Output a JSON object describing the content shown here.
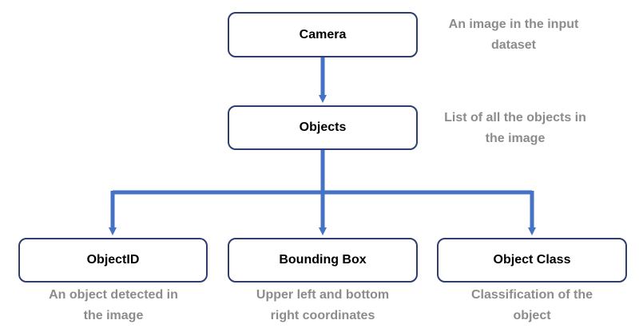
{
  "nodes": {
    "camera": "Camera",
    "objects": "Objects",
    "object_id": "ObjectID",
    "bounding_box": "Bounding Box",
    "object_class": "Object Class"
  },
  "notes": {
    "camera": "An image in the input\ndataset",
    "objects": "List of all the objects in\nthe image",
    "object_id": "An object detected in\nthe image",
    "bounding_box": "Upper left and  bottom\nright coordinates",
    "object_class": "Classification of the\nobject"
  },
  "colors": {
    "connector": "#4472c4",
    "box_border": "#2f3e6e",
    "note_text": "#8c8c8c"
  }
}
